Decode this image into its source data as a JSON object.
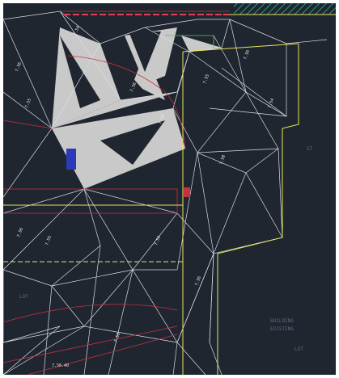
{
  "app": {
    "view": "CAD model space"
  },
  "colors": {
    "background": "#1f2630",
    "tin_edge": "#d9dde2",
    "boundary": "#e6e65a",
    "redline": "#c8323c",
    "dimtext": "#5c6b78",
    "fill_grey": "#c9c9c9",
    "block_blue": "#2b3ab8",
    "teal_hatch": "#2c9a8f"
  },
  "labels": {
    "point_elev": "7.56",
    "point_elev_b": "7.55",
    "point_elev_c": "7.54",
    "point_elev_d": "7.58",
    "street_label": "ST",
    "lot_label": "LOT",
    "note_a": "BUILDING",
    "note_b": "EXISTING",
    "bottom_elev": "7.56.40"
  },
  "icons": {
    "crosshair": "crosshair-icon",
    "hatch": "hatch-pattern"
  }
}
